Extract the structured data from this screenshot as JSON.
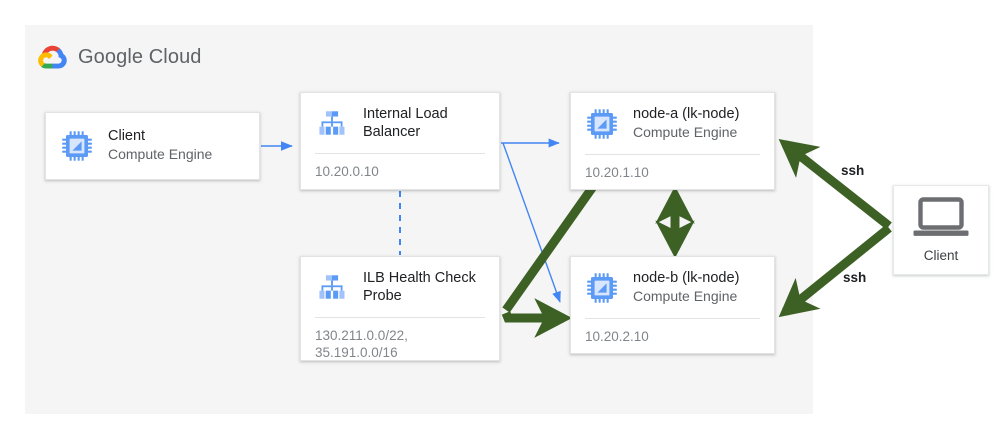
{
  "brand": {
    "logo_icon": "google-cloud-logo-icon",
    "word_1": "Google",
    "word_2": "Cloud"
  },
  "colors": {
    "panel_background": "#f5f5f5",
    "card_background": "#ffffff",
    "card_border": "#e3e3e3",
    "blue_accent": "#4285f4",
    "blue_icon_light": "#a1c2fa",
    "blue_icon_dark": "#5c9bf5",
    "green_arrow": "#3d6125",
    "laptop_gray": "#6d6e71",
    "title_text": "#202124",
    "subtitle_text": "#5f6368",
    "meta_text": "#80868b"
  },
  "nodes": {
    "client": {
      "icon": "compute-engine-chip-icon",
      "title": "Client",
      "subtitle": "Compute Engine"
    },
    "internal_load_balancer": {
      "icon": "load-balancer-icon",
      "title": "Internal Load\nBalancer",
      "subtitle": "",
      "meta": "10.20.0.10"
    },
    "ilb_health_check_probe": {
      "icon": "load-balancer-icon",
      "title": "ILB Health Check\nProbe",
      "subtitle": "",
      "meta": "130.211.0.0/22,\n35.191.0.0/16"
    },
    "node_a": {
      "icon": "compute-engine-chip-icon",
      "title": "node-a (lk-node)",
      "subtitle": "Compute Engine",
      "meta": "10.20.1.10"
    },
    "node_b": {
      "icon": "compute-engine-chip-icon",
      "title": "node-b (lk-node)",
      "subtitle": "Compute Engine",
      "meta": "10.20.2.10"
    },
    "external_client": {
      "icon": "laptop-icon",
      "label": "Client"
    }
  },
  "connections": {
    "client_to_ilb": {
      "style": "solid-blue-arrow",
      "label": ""
    },
    "ilb_to_node_a": {
      "style": "solid-blue-arrow",
      "label": ""
    },
    "ilb_to_node_b": {
      "style": "solid-blue-arrow",
      "label": ""
    },
    "ilb_to_health_check": {
      "style": "dashed-blue-line",
      "label": ""
    },
    "health_check_to_node_a": {
      "style": "thick-green-arrow",
      "label": ""
    },
    "health_check_to_node_b": {
      "style": "thick-green-arrow",
      "label": ""
    },
    "node_a_to_node_b": {
      "style": "thick-green-double-arrow",
      "label": ""
    },
    "external_client_to_node_a": {
      "style": "thick-green-arrow",
      "label": "ssh"
    },
    "external_client_to_node_b": {
      "style": "thick-green-arrow",
      "label": "ssh"
    }
  },
  "labels": {
    "ssh_top": "ssh",
    "ssh_bottom": "ssh"
  }
}
